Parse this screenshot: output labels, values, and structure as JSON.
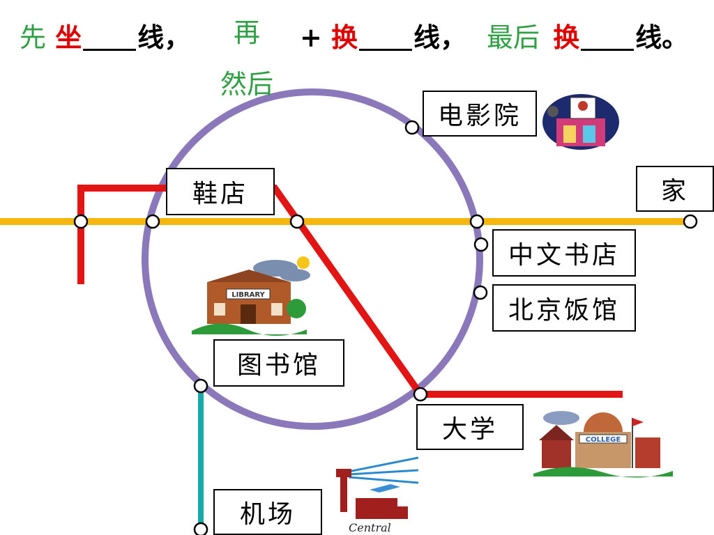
{
  "prompt": {
    "first": "先",
    "sit": "坐",
    "line": "线，",
    "then_top": "再",
    "then_bottom": "然后",
    "plus": "+",
    "change": "换",
    "line2": "线，",
    "finally": "最后",
    "change2": "换",
    "line3": "线。"
  },
  "stations": {
    "cinema": "电影院",
    "shoe_store": "鞋店",
    "home": "家",
    "chinese_bookstore": "中文书店",
    "beijing_restaurant": "北京饭馆",
    "library": "图书馆",
    "university": "大学",
    "airport": "机场"
  },
  "clipart": {
    "library_sign": "LIBRARY",
    "college_sign": "COLLEGE",
    "airport_sign": "Central"
  },
  "colors": {
    "yellow_line": "#f6b80f",
    "red_line": "#e21414",
    "circle_line": "#8a78bb",
    "teal_line": "#18aaaa",
    "title_green": "#2ea043",
    "title_red": "#e00000"
  }
}
